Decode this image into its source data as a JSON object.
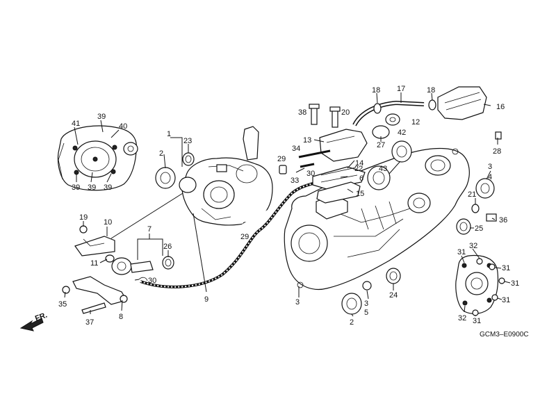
{
  "diagram": {
    "code": "GCM3–E0900C",
    "direction_label": "FR.",
    "labels": {
      "p1": "1",
      "p2a": "2",
      "p2b": "2",
      "p3a": "3",
      "p3b": "3",
      "p3c": "3",
      "p4": "4",
      "p5": "5",
      "p6": "6",
      "p7": "7",
      "p8": "8",
      "p9": "9",
      "p10": "10",
      "p11": "11",
      "p12": "12",
      "p13": "13",
      "p14": "14",
      "p15": "15",
      "p16": "16",
      "p17": "17",
      "p18a": "18",
      "p18b": "18",
      "p19": "19",
      "p20": "20",
      "p21": "21",
      "p22": "22",
      "p23": "23",
      "p24": "24",
      "p25": "25",
      "p26": "26",
      "p27": "27",
      "p28": "28",
      "p29a": "29",
      "p29b": "29",
      "p30a": "30",
      "p30b": "30",
      "p31a": "31",
      "p31b": "31",
      "p31c": "31",
      "p31d": "31",
      "p31e": "31",
      "p32a": "32",
      "p32b": "32",
      "p33": "33",
      "p34": "34",
      "p35": "35",
      "p36": "36",
      "p37": "37",
      "p38": "38",
      "p39a": "39",
      "p39b": "39",
      "p39c": "39",
      "p39d": "39",
      "p40": "40",
      "p41": "41",
      "p42": "42",
      "p43": "43"
    }
  }
}
